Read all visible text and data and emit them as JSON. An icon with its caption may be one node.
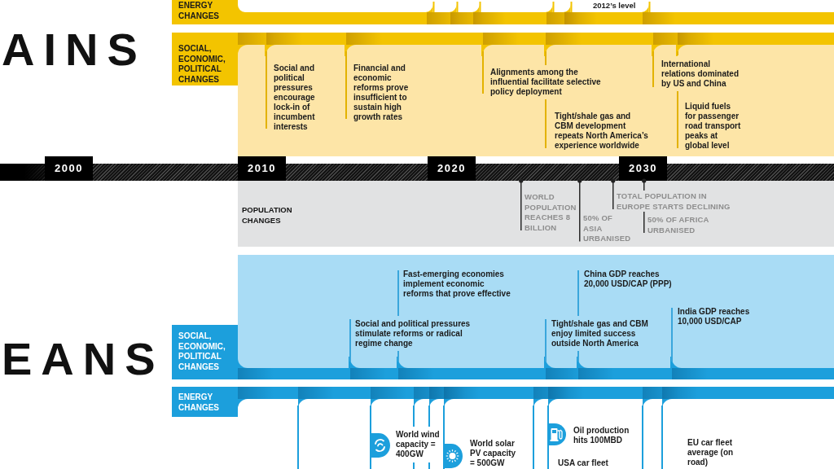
{
  "diagram": {
    "nodes": [
      {
        "text": [
          "ENERGY CHANGES"
        ]
      },
      {
        "text": [
          "SOCIAL, ECONOMIC, POLITICAL CHANGES"
        ]
      },
      {
        "text": [],
        "shape": "bar"
      },
      {
        "text": [
          "2000"
        ]
      },
      {
        "text": [
          "2010"
        ]
      },
      {
        "text": [
          "2020"
        ]
      },
      {
        "text": [
          "2030"
        ]
      },
      {
        "text": [
          "POPULATION CHANGES"
        ]
      },
      {
        "text": [
          "WORLD POPULATION REACHES 8 BILLION"
        ],
        "in": 7
      },
      {
        "text": [
          "50% OF ASIA URBANISED"
        ],
        "in": 7
      },
      {
        "text": [
          "TOTAL POPULATION IN EUROPE STARTS DECLINING"
        ],
        "in": 7
      },
      {
        "text": [
          "50% OF AFRICA URBANISED"
        ],
        "in": 7
      },
      {
        "text": [
          "SOCIAL, ECONOMIC, POLITICAL CHANGES"
        ]
      },
      {
        "text": [
          "ENERGY CHANGES"
        ]
      }
    ],
    "edges": [
      {
        "from": 8,
        "to": 2,
        "arrow": "other"
      },
      {
        "from": 9,
        "to": 2,
        "arrow": "other"
      },
      {
        "from": 10,
        "to": 2,
        "arrow": "other"
      },
      {
        "from": 11,
        "to": 2,
        "arrow": "other"
      }
    ],
    "labels": [
      "2012’s level",
      "AINS",
      "Social and political pressures encourage lock-in of incumbent interests",
      "Financial and economic reforms prove insufficient to sustain high growth rates",
      "Alignments among the influential facilitate selective policy deployment",
      "International relations dominated by US and China",
      "Tight/shale gas and CBM development repeats North America’s experience worldwide",
      "Liquid fuels for passenger road transport peaks at global level",
      "Fast-emerging economies implement economic reforms that prove effective",
      "China GDP reaches 20,000 USD/CAP (PPP)",
      "India GDP reaches 10,000 USD/CAP",
      "Social and political pressures stimulate reforms or radical regime change",
      "Tight/shale gas and CBM enjoy limited success outside North America",
      "EANS",
      "World wind capacity = 400GW",
      "World solar PV capacity = 500GW",
      "Oil production hits 100MBD",
      "USA car fleet",
      "EU car fleet average (on road)"
    ]
  }
}
